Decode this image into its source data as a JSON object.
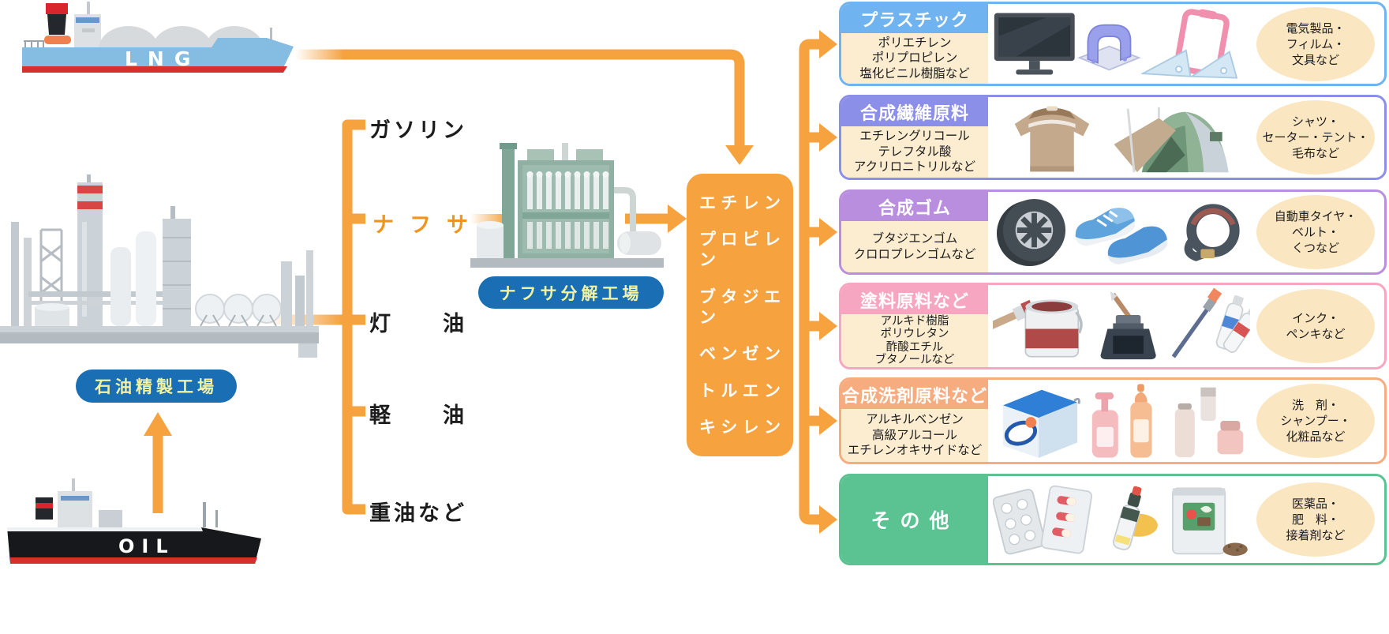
{
  "ships": {
    "lng": "LNG",
    "oil": "OIL"
  },
  "plants": {
    "refinery_label": "石油精製工場",
    "cracker_label": "ナフサ分解工場"
  },
  "refinery_products": [
    {
      "name": "ガソリン"
    },
    {
      "name": "ナフサ"
    },
    {
      "name": "灯　　油"
    },
    {
      "name": "軽　　油"
    },
    {
      "name": "重油など"
    }
  ],
  "cracker_outputs": [
    "エチレン",
    "プロピレン",
    "ブタジエン",
    "ベンゼン",
    "トルエン",
    "キシレン"
  ],
  "categories": [
    {
      "title": "プラスチック",
      "color": "#6fb3f0",
      "materials": [
        "ポリエチレン",
        "ポリプロピレン",
        "塩化ビニル樹脂など"
      ],
      "uses": [
        "電気製品・",
        "フィルム・",
        "文具など"
      ],
      "icons": [
        "monitor",
        "hole-punch",
        "clipboard-and-rulers"
      ]
    },
    {
      "title": "合成繊維原料",
      "color": "#8c8fe8",
      "materials": [
        "エチレングリコール",
        "テレフタル酸",
        "アクリロニトリルなど"
      ],
      "uses": [
        "シャツ・",
        "セーター・テント・",
        "毛布など"
      ],
      "icons": [
        "sweater",
        "tent"
      ]
    },
    {
      "title": "合成ゴム",
      "color": "#ba8ede",
      "materials": [
        "ブタジエンゴム",
        "クロロプレンゴムなど"
      ],
      "uses": [
        "自動車タイヤ・",
        "ベルト・",
        "くつなど"
      ],
      "icons": [
        "tire",
        "sneakers",
        "belt"
      ]
    },
    {
      "title": "塗料原料など",
      "color": "#f7a6c1",
      "materials": [
        "アルキド樹脂",
        "ポリウレタン",
        "酢酸エチル",
        "ブタノールなど"
      ],
      "uses": [
        "インク・",
        "ペンキなど"
      ],
      "icons": [
        "paint-can-and-brush",
        "ink-bottle-and-pen",
        "paint-tubes-and-brush"
      ]
    },
    {
      "title": "合成洗剤原料など",
      "color": "#f7ac80",
      "materials": [
        "アルキルベンゼン",
        "高級アルコール",
        "エチレンオキサイドなど"
      ],
      "uses": [
        "洗　剤・",
        "シャンプー・",
        "化粧品など"
      ],
      "icons": [
        "detergent-box",
        "shampoo-bottles",
        "cosmetics"
      ]
    },
    {
      "title": "その他",
      "color": "#5bc392",
      "materials": [],
      "uses": [
        "医薬品・",
        "肥　料・",
        "接着剤など"
      ],
      "icons": [
        "pill-blisters",
        "glue-tube",
        "fertilizer-bag"
      ]
    }
  ],
  "colors": {
    "accent_orange": "#f5a23f",
    "naphtha_text": "#f0941e",
    "pill_blue": "#1a6eb4",
    "pill_text": "#f2f2a0",
    "materials_bg": "#fcedd1",
    "oval_bg": "#fbe6c2",
    "lng_hull": "#85bce2",
    "ship_stripe": "#d6302c"
  }
}
